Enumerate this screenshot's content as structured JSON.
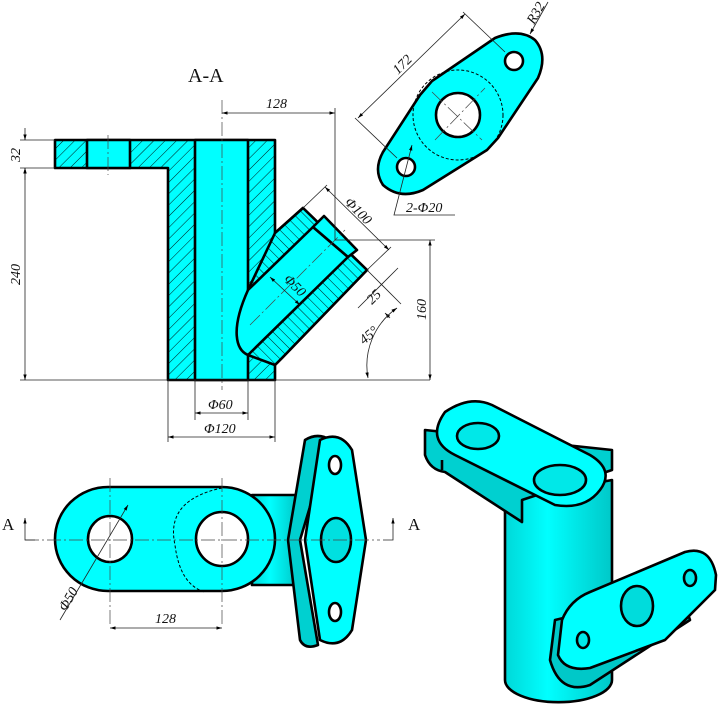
{
  "section_view": {
    "title": "A-A",
    "dims": {
      "flange_thickness": "32",
      "height": "240",
      "branch_offset": "128",
      "branch_flange_dia": "Φ100",
      "branch_bore_dia": "Φ50",
      "branch_flange_thickness": "25",
      "branch_height": "160",
      "branch_angle": "45°",
      "bore_dia": "Φ60",
      "body_dia": "Φ120"
    }
  },
  "flange_view": {
    "dims": {
      "hole_spacing": "172",
      "lobe_radius": "R32",
      "holes": "2-Φ20"
    }
  },
  "plan_view": {
    "section_mark_left": "A",
    "section_mark_right": "A",
    "dims": {
      "hole_dia": "Φ50",
      "hole_spacing": "128"
    }
  },
  "colors": {
    "fill": "#00ffff",
    "shade": "#00cccc",
    "line": "#000000"
  }
}
